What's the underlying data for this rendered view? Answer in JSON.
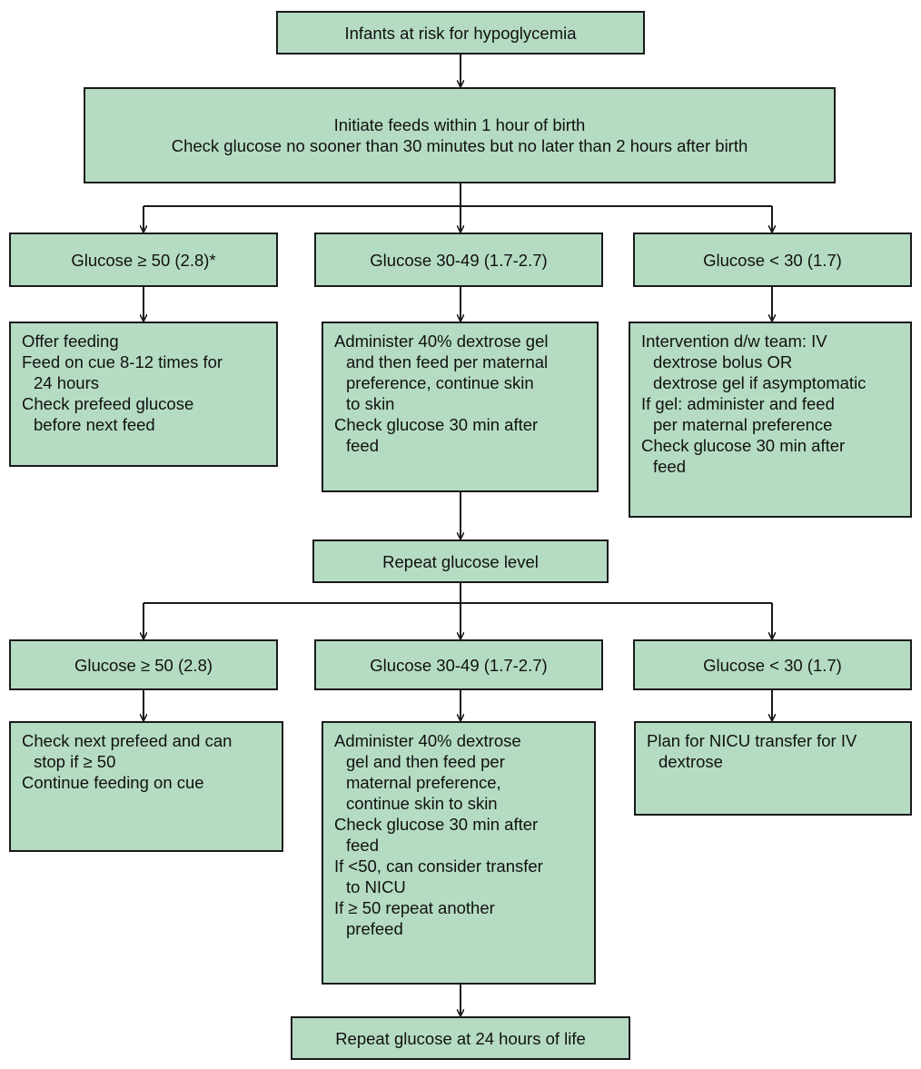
{
  "diagram": {
    "start": "Infants at risk for hypoglycemia",
    "initiate": [
      "Initiate feeds within 1 hour of birth",
      "Check glucose no sooner than 30 minutes but no later than 2 hours after birth"
    ],
    "first_check": {
      "high_label": "Glucose ≥ 50 (2.8)*",
      "mid_label": "Glucose 30-49 (1.7-2.7)",
      "low_label": "Glucose < 30 (1.7)",
      "high_actions": [
        [
          "Offer feeding"
        ],
        [
          "Feed on cue 8-12 times for",
          "24 hours"
        ],
        [
          "Check prefeed glucose",
          "before next feed"
        ]
      ],
      "mid_actions": [
        [
          "Administer 40% dextrose gel",
          "and then feed per maternal",
          "preference, continue skin",
          "to skin"
        ],
        [
          "Check glucose 30 min after",
          "feed"
        ]
      ],
      "low_actions": [
        [
          "Intervention d/w team: IV",
          "dextrose bolus OR",
          "dextrose gel if asymptomatic"
        ],
        [
          "If gel: administer and feed",
          "per maternal preference"
        ],
        [
          "Check glucose 30 min after",
          "feed"
        ]
      ]
    },
    "repeat": "Repeat glucose level",
    "second_check": {
      "high_label": "Glucose ≥ 50 (2.8)",
      "mid_label": "Glucose 30-49 (1.7-2.7)",
      "low_label": "Glucose < 30 (1.7)",
      "high_actions": [
        [
          "Check next prefeed and can",
          "stop if ≥ 50"
        ],
        [
          "Continue feeding on cue"
        ]
      ],
      "mid_actions": [
        [
          "Administer 40% dextrose",
          "gel and then feed per",
          "maternal preference,",
          "continue skin to skin"
        ],
        [
          "Check glucose 30 min after",
          "feed"
        ],
        [
          "If <50, can consider transfer",
          "to NICU"
        ],
        [
          "If ≥ 50 repeat another",
          "prefeed"
        ]
      ],
      "low_actions": [
        [
          "Plan for NICU transfer for IV",
          "dextrose"
        ]
      ]
    },
    "final": "Repeat glucose at 24 hours of life"
  }
}
